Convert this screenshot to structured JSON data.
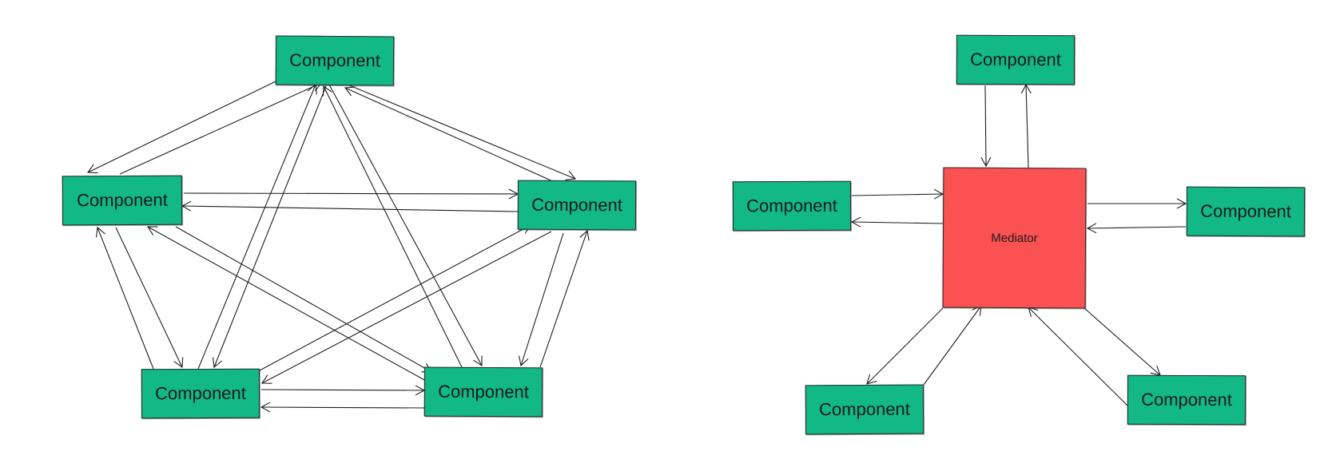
{
  "colors": {
    "component": "#12b886",
    "mediator": "#fa5252",
    "stroke": "#1e1e1e"
  },
  "mesh_diagram": {
    "components": [
      {
        "label": "Component"
      },
      {
        "label": "Component"
      },
      {
        "label": "Component"
      },
      {
        "label": "Component"
      },
      {
        "label": "Component"
      }
    ]
  },
  "mediator_diagram": {
    "mediator": {
      "label": "Mediator"
    },
    "components": [
      {
        "label": "Component"
      },
      {
        "label": "Component"
      },
      {
        "label": "Component"
      },
      {
        "label": "Component"
      },
      {
        "label": "Component"
      }
    ]
  }
}
